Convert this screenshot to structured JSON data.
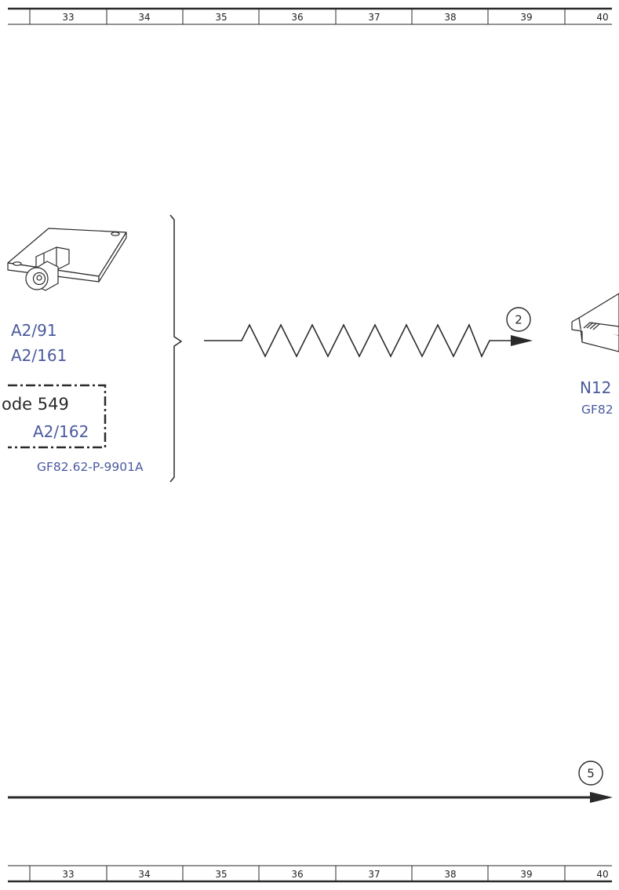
{
  "ruler": {
    "columns": [
      "33",
      "34",
      "35",
      "36",
      "37",
      "38",
      "39",
      "40"
    ]
  },
  "components": {
    "left_refs": [
      "A2/91",
      "A2/161"
    ],
    "code_box_text": "ode 549",
    "code_box_ref": "A2/162",
    "left_doc_ref": "GF82.62-P-9901A",
    "right_ref": "N12",
    "right_doc_ref": "GF82"
  },
  "markers": {
    "signal_marker": "2",
    "bus_marker": "5"
  },
  "colors": {
    "reference_blue": "#4a5a9e",
    "line_dark": "#2a2a2a"
  }
}
